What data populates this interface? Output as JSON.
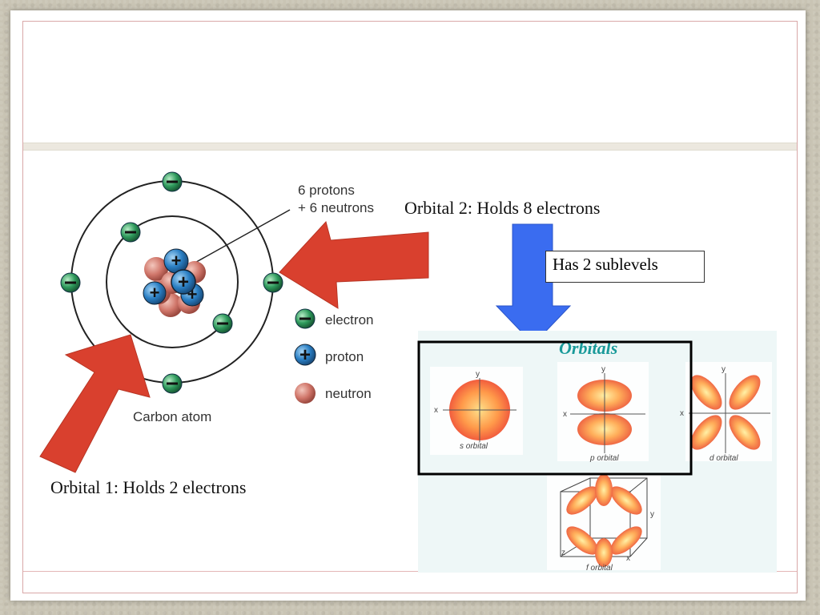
{
  "atom": {
    "nucleus_label_line1": "6 protons",
    "nucleus_label_line2": "+ 6 neutrons",
    "caption": "Carbon atom"
  },
  "legend": {
    "electron": "electron",
    "proton": "proton",
    "neutron": "neutron"
  },
  "labels": {
    "orbital2": "Orbital 2: Holds 8 electrons",
    "sublevels": "Has 2 sublevels",
    "orbital1": "Orbital 1: Holds 2 electrons"
  },
  "orbitals_panel": {
    "title": "Orbitals",
    "s_label": "s orbital",
    "p_label": "p orbital",
    "d_label": "d orbital",
    "f_label": "f orbital",
    "axis_x": "x",
    "axis_y": "y",
    "axis_z": "z"
  },
  "colors": {
    "arrow_red": "#d9402e",
    "arrow_blue": "#3a6cf0",
    "electron_green": "#2e8b57",
    "proton_blue": "#2a7fc4",
    "neutron_red": "#d0766a",
    "orbital_title": "#1a9a9a"
  }
}
